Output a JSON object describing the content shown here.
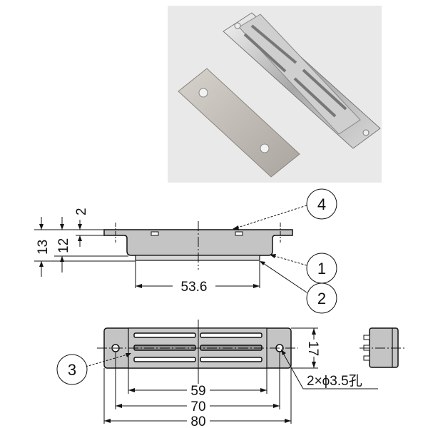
{
  "photo": {
    "description": "Product photo: chrome magnetic catch and strike plate",
    "background_color": "#e9e9e9"
  },
  "side_view": {
    "dimensions": {
      "total_height": "13",
      "body_height": "12",
      "flange_thickness": "2",
      "base_width": "53.6"
    },
    "callouts": [
      "4",
      "1",
      "2"
    ]
  },
  "top_view": {
    "dimensions": {
      "magnet_length": "59",
      "hole_pitch": "70",
      "overall_length": "80",
      "width": "17",
      "hole_spec": "2×ϕ3.5孔"
    },
    "callouts": [
      "3"
    ]
  },
  "colors": {
    "part_fill": "#c4c4c4",
    "line": "#111111",
    "photo_bg": "#e9e9e9"
  }
}
